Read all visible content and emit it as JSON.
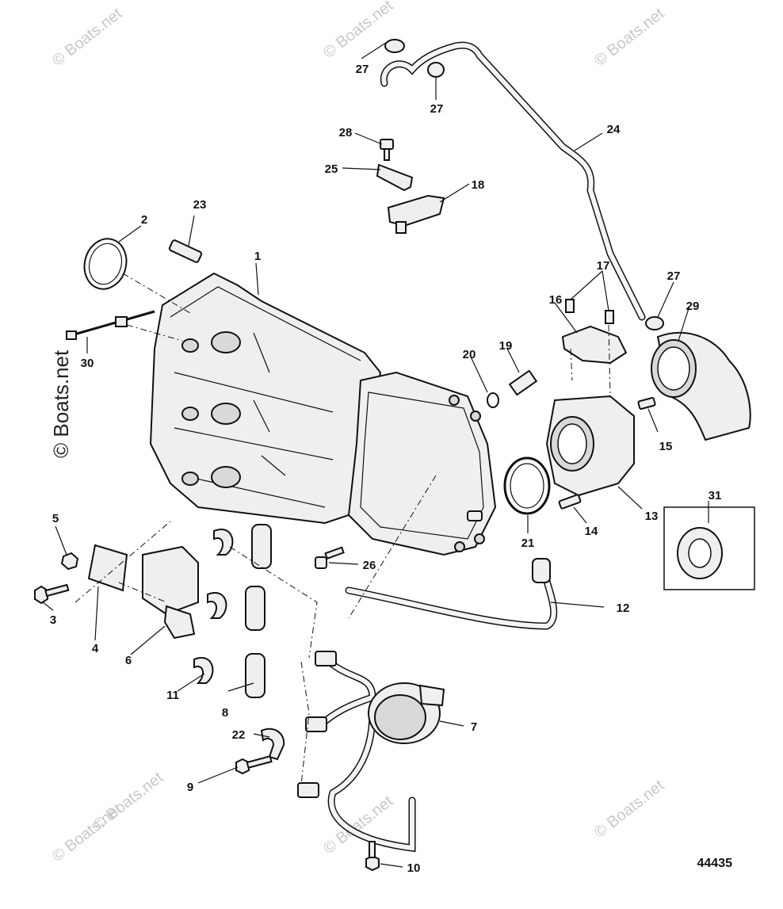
{
  "diagram": {
    "figure_number": "44435",
    "watermark_text": "© Boats.net",
    "callouts": [
      {
        "id": "c1",
        "label": "1"
      },
      {
        "id": "c2",
        "label": "2"
      },
      {
        "id": "c3",
        "label": "3"
      },
      {
        "id": "c4",
        "label": "4"
      },
      {
        "id": "c5",
        "label": "5"
      },
      {
        "id": "c6",
        "label": "6"
      },
      {
        "id": "c7",
        "label": "7"
      },
      {
        "id": "c8",
        "label": "8"
      },
      {
        "id": "c9",
        "label": "9"
      },
      {
        "id": "c10",
        "label": "10"
      },
      {
        "id": "c11",
        "label": "11"
      },
      {
        "id": "c12",
        "label": "12"
      },
      {
        "id": "c13",
        "label": "13"
      },
      {
        "id": "c14",
        "label": "14"
      },
      {
        "id": "c15",
        "label": "15"
      },
      {
        "id": "c16",
        "label": "16"
      },
      {
        "id": "c17",
        "label": "17"
      },
      {
        "id": "c18",
        "label": "18"
      },
      {
        "id": "c19",
        "label": "19"
      },
      {
        "id": "c20",
        "label": "20"
      },
      {
        "id": "c21",
        "label": "21"
      },
      {
        "id": "c22",
        "label": "22"
      },
      {
        "id": "c23",
        "label": "23"
      },
      {
        "id": "c24",
        "label": "24"
      },
      {
        "id": "c25",
        "label": "25"
      },
      {
        "id": "c26",
        "label": "26"
      },
      {
        "id": "c27a",
        "label": "27"
      },
      {
        "id": "c27b",
        "label": "27"
      },
      {
        "id": "c27c",
        "label": "27"
      },
      {
        "id": "c28",
        "label": "28"
      },
      {
        "id": "c29",
        "label": "29"
      },
      {
        "id": "c30",
        "label": "30"
      },
      {
        "id": "c31",
        "label": "31"
      }
    ]
  }
}
